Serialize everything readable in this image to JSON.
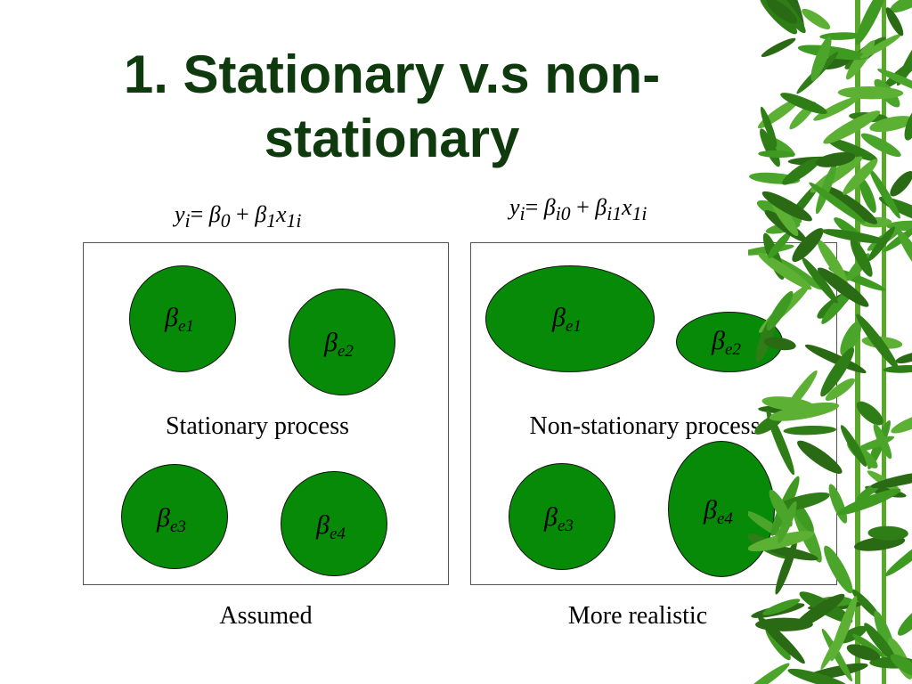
{
  "title": "1. Stationary v.s non-stationary",
  "title_line1": "1. Stationary v.s non-",
  "title_line2": "stationary",
  "left": {
    "equation": {
      "y": "y",
      "y_sub": "i",
      "eq": "= ",
      "b0": "β",
      "b0_sub": "0",
      "plus": " + ",
      "b1": "β",
      "b1_sub": "1",
      "x": "x",
      "x_sub": "1i"
    },
    "process_label": "Stationary process",
    "caption": "Assumed",
    "betas": [
      {
        "sym": "β",
        "sub": "e1"
      },
      {
        "sym": "β",
        "sub": "e2"
      },
      {
        "sym": "β",
        "sub": "e3"
      },
      {
        "sym": "β",
        "sub": "e4"
      }
    ]
  },
  "right": {
    "equation": {
      "y": "y",
      "y_sub": "i",
      "eq": "= ",
      "b0": "β",
      "b0_sub": "i0",
      "plus": " + ",
      "b1": "β",
      "b1_sub": "i1",
      "x": "x",
      "x_sub": "1i"
    },
    "process_label": "Non-stationary process",
    "caption": "More realistic",
    "betas": [
      {
        "sym": "β",
        "sub": "e1"
      },
      {
        "sym": "β",
        "sub": "e2"
      },
      {
        "sym": "β",
        "sub": "e3"
      },
      {
        "sym": "β",
        "sub": "e4"
      }
    ]
  },
  "colors": {
    "title": "#0e3a0e",
    "blob_fill": "#078a07",
    "bamboo_leaf": "#3a8f1e",
    "bamboo_stalk": "#5aa82a"
  }
}
